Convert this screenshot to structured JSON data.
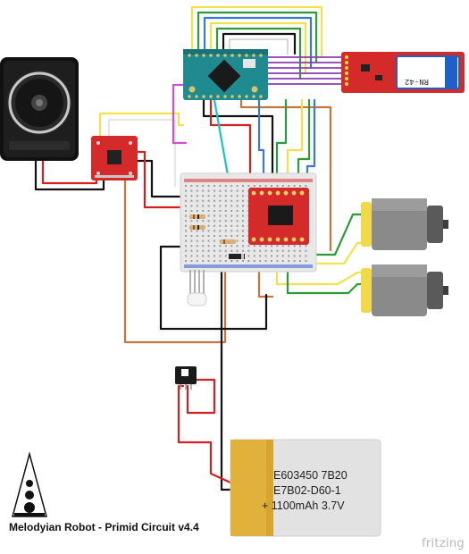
{
  "diagram": {
    "caption": "Melodyian Robot - Primid Circuit v4.4",
    "watermark": "fritzing",
    "battery": {
      "line1": "E603450 7B20",
      "line2": "E7B02-D60-1",
      "line3": "+ 1100mAh 3.7V"
    },
    "bluetooth_label": "RN-42"
  },
  "colors": {
    "wire_red": "#d32020",
    "wire_black": "#111111",
    "wire_yellow": "#f2e14a",
    "wire_green": "#2e9b3a",
    "wire_blue": "#3a78d8",
    "wire_orange": "#c8743a",
    "wire_purple": "#8a3fb0",
    "wire_pink": "#d04fd0",
    "wire_cyan": "#19c3c3",
    "wire_white": "#f0f0f0",
    "board_teal": "#1f8a8f",
    "board_red": "#d42a2a",
    "motor_gray": "#7a7a7a",
    "motor_yellow": "#f1d94a",
    "battery_gold": "#e0b23c",
    "battery_silver": "#e2e2e2"
  },
  "icons": {
    "speaker": "speaker-icon",
    "logo": "melodyian-logo-icon",
    "switch": "slide-switch-icon",
    "led": "rgb-led-icon"
  }
}
